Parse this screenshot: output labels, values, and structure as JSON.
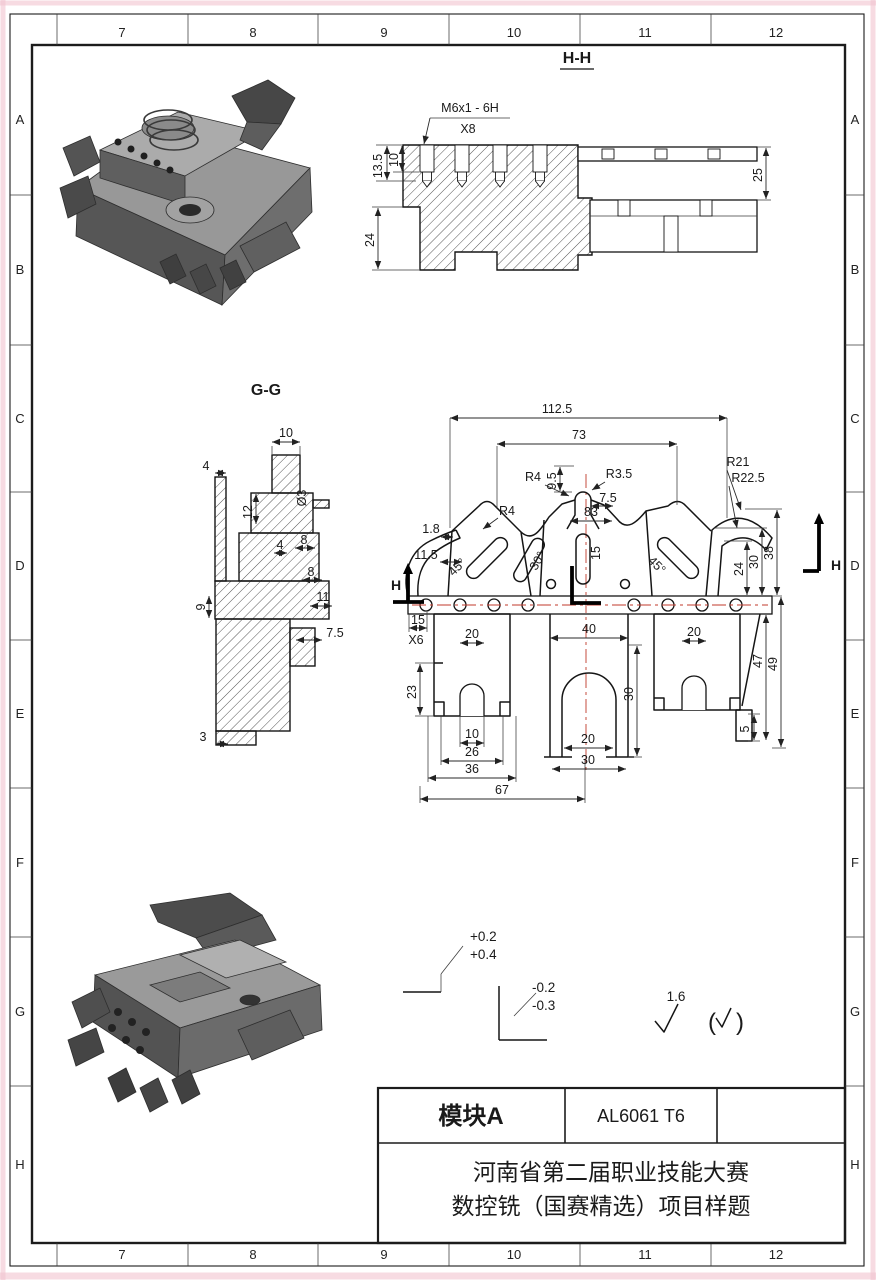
{
  "sheet": {
    "cols": [
      "7",
      "8",
      "9",
      "10",
      "11",
      "12"
    ],
    "rows": [
      "A",
      "B",
      "C",
      "D",
      "E",
      "F",
      "G",
      "H"
    ]
  },
  "colors": {
    "centerline_red": "#c0392b",
    "edge_mark_pink": "#f2c4d0",
    "line_black": "#1a1a1a"
  },
  "hh": {
    "title": "H-H",
    "thread": "M6x1 - 6H",
    "count": "X8",
    "depth_drill": "13.5",
    "depth_thread": "10",
    "height_lower": "24",
    "height_right": "25"
  },
  "gg": {
    "title": "G-G",
    "top_width": "10",
    "flange_w": "4",
    "step_12": "12",
    "pin_dia": "Ø3",
    "step_4": "4",
    "step_8a": "8",
    "step_8b": "8",
    "step_11": "11",
    "step_9": "9",
    "step_75": "7.5",
    "step_3": "3"
  },
  "front": {
    "total_w": "112.5",
    "upper_w": "73",
    "r4_top": "R4",
    "h95": "9.5",
    "r35": "R3.5",
    "w75": "7.5",
    "r21": "R21",
    "r225": "R22.5",
    "d83": "83",
    "t18": "1.8",
    "t115": "11.5",
    "r4_left": "R4",
    "ang45l": "45°",
    "ang30": "30°",
    "slot15": "15",
    "ang45r": "45°",
    "h24": "24",
    "h30": "30",
    "h38": "38",
    "sec_left": "H",
    "sec_right": "H",
    "sp15": "15",
    "spx6": "X6",
    "w20l": "20",
    "w40": "40",
    "w20r": "20",
    "h47": "47",
    "h49": "49",
    "h23": "23",
    "h30c": "30",
    "w10": "10",
    "w26": "26",
    "w36": "36",
    "w20b": "20",
    "w30b": "30",
    "w67": "67",
    "h5": "5"
  },
  "tol": {
    "p02": "+0.2",
    "p04": "+0.4",
    "m02": "-0.2",
    "m03": "-0.3",
    "ra": "1.6",
    "lp": "(",
    "rp": ")"
  },
  "titleblock": {
    "module": "模块A",
    "material": "AL6061 T6",
    "line1": "河南省第二届职业技能大赛",
    "line2": "数控铣（国赛精选）项目样题"
  }
}
